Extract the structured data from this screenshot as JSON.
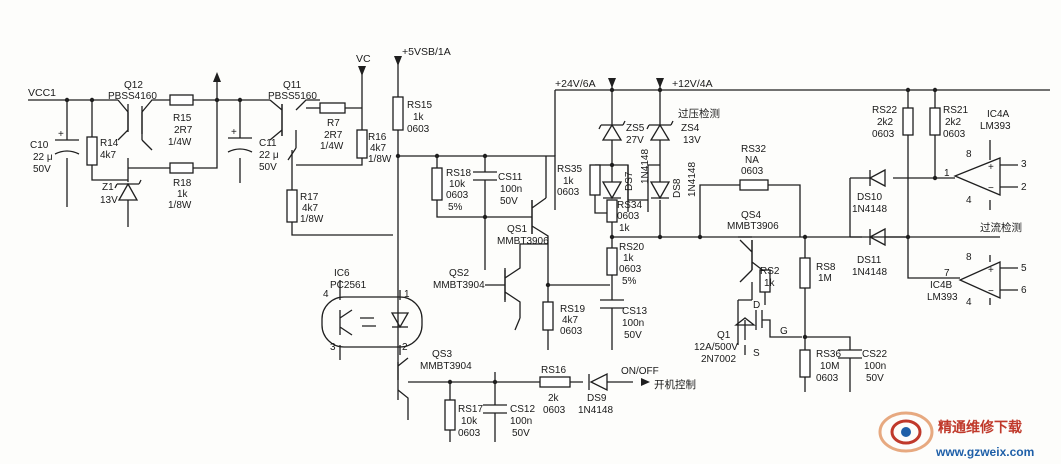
{
  "rails": {
    "vcc1": "VCC1",
    "vc": "VC",
    "v5vsb": "+5VSB/1A",
    "v24": "+24V/6A",
    "v12": "+12V/4A"
  },
  "notes": {
    "overvoltage": "过压检测",
    "overcurrent": "过流检测",
    "power_control": "开机控制",
    "on_off": "ON/OFF"
  },
  "components": {
    "c10": {
      "name": "C10",
      "v1": "22 μ",
      "v2": "50V"
    },
    "r14": {
      "name": "R14",
      "v1": "4k7"
    },
    "z1": {
      "name": "Z1",
      "v1": "13V"
    },
    "q12": {
      "name": "Q12",
      "v1": "PBSS4160"
    },
    "r15": {
      "name": "R15",
      "v1": "2R7",
      "v2": "1/4W"
    },
    "r18": {
      "name": "R18",
      "v1": "1k",
      "v2": "1/8W"
    },
    "c11": {
      "name": "C11",
      "v1": "22 μ",
      "v2": "50V"
    },
    "q11": {
      "name": "Q11",
      "v1": "PBSS5160"
    },
    "r7": {
      "name": "R7",
      "v1": "2R7",
      "v2": "1/4W"
    },
    "r16": {
      "name": "R16",
      "v1": "4k7",
      "v2": "1/8W"
    },
    "r17": {
      "name": "R17",
      "v1": "4k7",
      "v2": "1/8W"
    },
    "ic6": {
      "name": "IC6",
      "v1": "PC2561"
    },
    "rs15": {
      "name": "RS15",
      "v1": "1k",
      "v2": "0603"
    },
    "rs18": {
      "name": "RS18",
      "v1": "10k",
      "v2": "0603",
      "v3": "5%"
    },
    "cs11": {
      "name": "CS11",
      "v1": "100n",
      "v2": "50V"
    },
    "qs1": {
      "name": "QS1",
      "v1": "MMBT3906"
    },
    "qs2": {
      "name": "QS2",
      "v1": "MMBT3904"
    },
    "rs19": {
      "name": "RS19",
      "v1": "4k7",
      "v2": "0603"
    },
    "rs35": {
      "name": "RS35",
      "v1": "1k",
      "v2": "0603"
    },
    "zs5": {
      "name": "ZS5",
      "v1": "27V"
    },
    "zs4": {
      "name": "ZS4",
      "v1": "13V"
    },
    "ds7": {
      "name": "DS7",
      "v1": "1N4148"
    },
    "ds8": {
      "name": "DS8",
      "v1": "1N4148"
    },
    "rs34": {
      "name": "RS34",
      "v1": "0603",
      "v2": "1k"
    },
    "rs20": {
      "name": "RS20",
      "v1": "1k",
      "v2": "0603",
      "v3": "5%"
    },
    "cs13": {
      "name": "CS13",
      "v1": "100n",
      "v2": "50V"
    },
    "rs32": {
      "name": "RS32",
      "v1": "NA",
      "v2": "0603"
    },
    "qs4": {
      "name": "QS4",
      "v1": "MMBT3906"
    },
    "rs2": {
      "name": "RS2",
      "v1": "1k"
    },
    "rs8": {
      "name": "RS8",
      "v1": "1M"
    },
    "q1": {
      "name": "Q1",
      "v1": "12A/500V",
      "v2": "2N7002"
    },
    "rs36": {
      "name": "RS36",
      "v1": "10M",
      "v2": "0603"
    },
    "cs22": {
      "name": "CS22",
      "v1": "100n",
      "v2": "50V"
    },
    "rs22": {
      "name": "RS22",
      "v1": "2k2",
      "v2": "0603"
    },
    "rs21": {
      "name": "RS21",
      "v1": "2k2",
      "v2": "0603"
    },
    "ic4a": {
      "name": "IC4A",
      "v1": "LM393"
    },
    "ic4b": {
      "name": "IC4B",
      "v1": "LM393"
    },
    "ds10": {
      "name": "DS10",
      "v1": "1N4148"
    },
    "ds11": {
      "name": "DS11",
      "v1": "1N4148"
    },
    "qs3": {
      "name": "QS3",
      "v1": "MMBT3904"
    },
    "rs17": {
      "name": "RS17",
      "v1": "10k",
      "v2": "0603"
    },
    "cs12": {
      "name": "CS12",
      "v1": "100n",
      "v2": "50V"
    },
    "rs16": {
      "name": "RS16",
      "v1": "2k",
      "v2": "0603"
    },
    "ds9": {
      "name": "DS9",
      "v1": "1N4148"
    }
  },
  "pins": {
    "p1": "1",
    "p2": "2",
    "p3": "3",
    "p4": "4",
    "p5": "5",
    "p6": "6",
    "p7": "7",
    "p8": "8",
    "plus": "+",
    "minus": "−",
    "d": "D",
    "g": "G",
    "s": "S"
  },
  "watermark": {
    "name": "精通维修下载",
    "url": "www.gzweix.com",
    "accent": "#c0392b",
    "blue": "#1e5fa8"
  }
}
